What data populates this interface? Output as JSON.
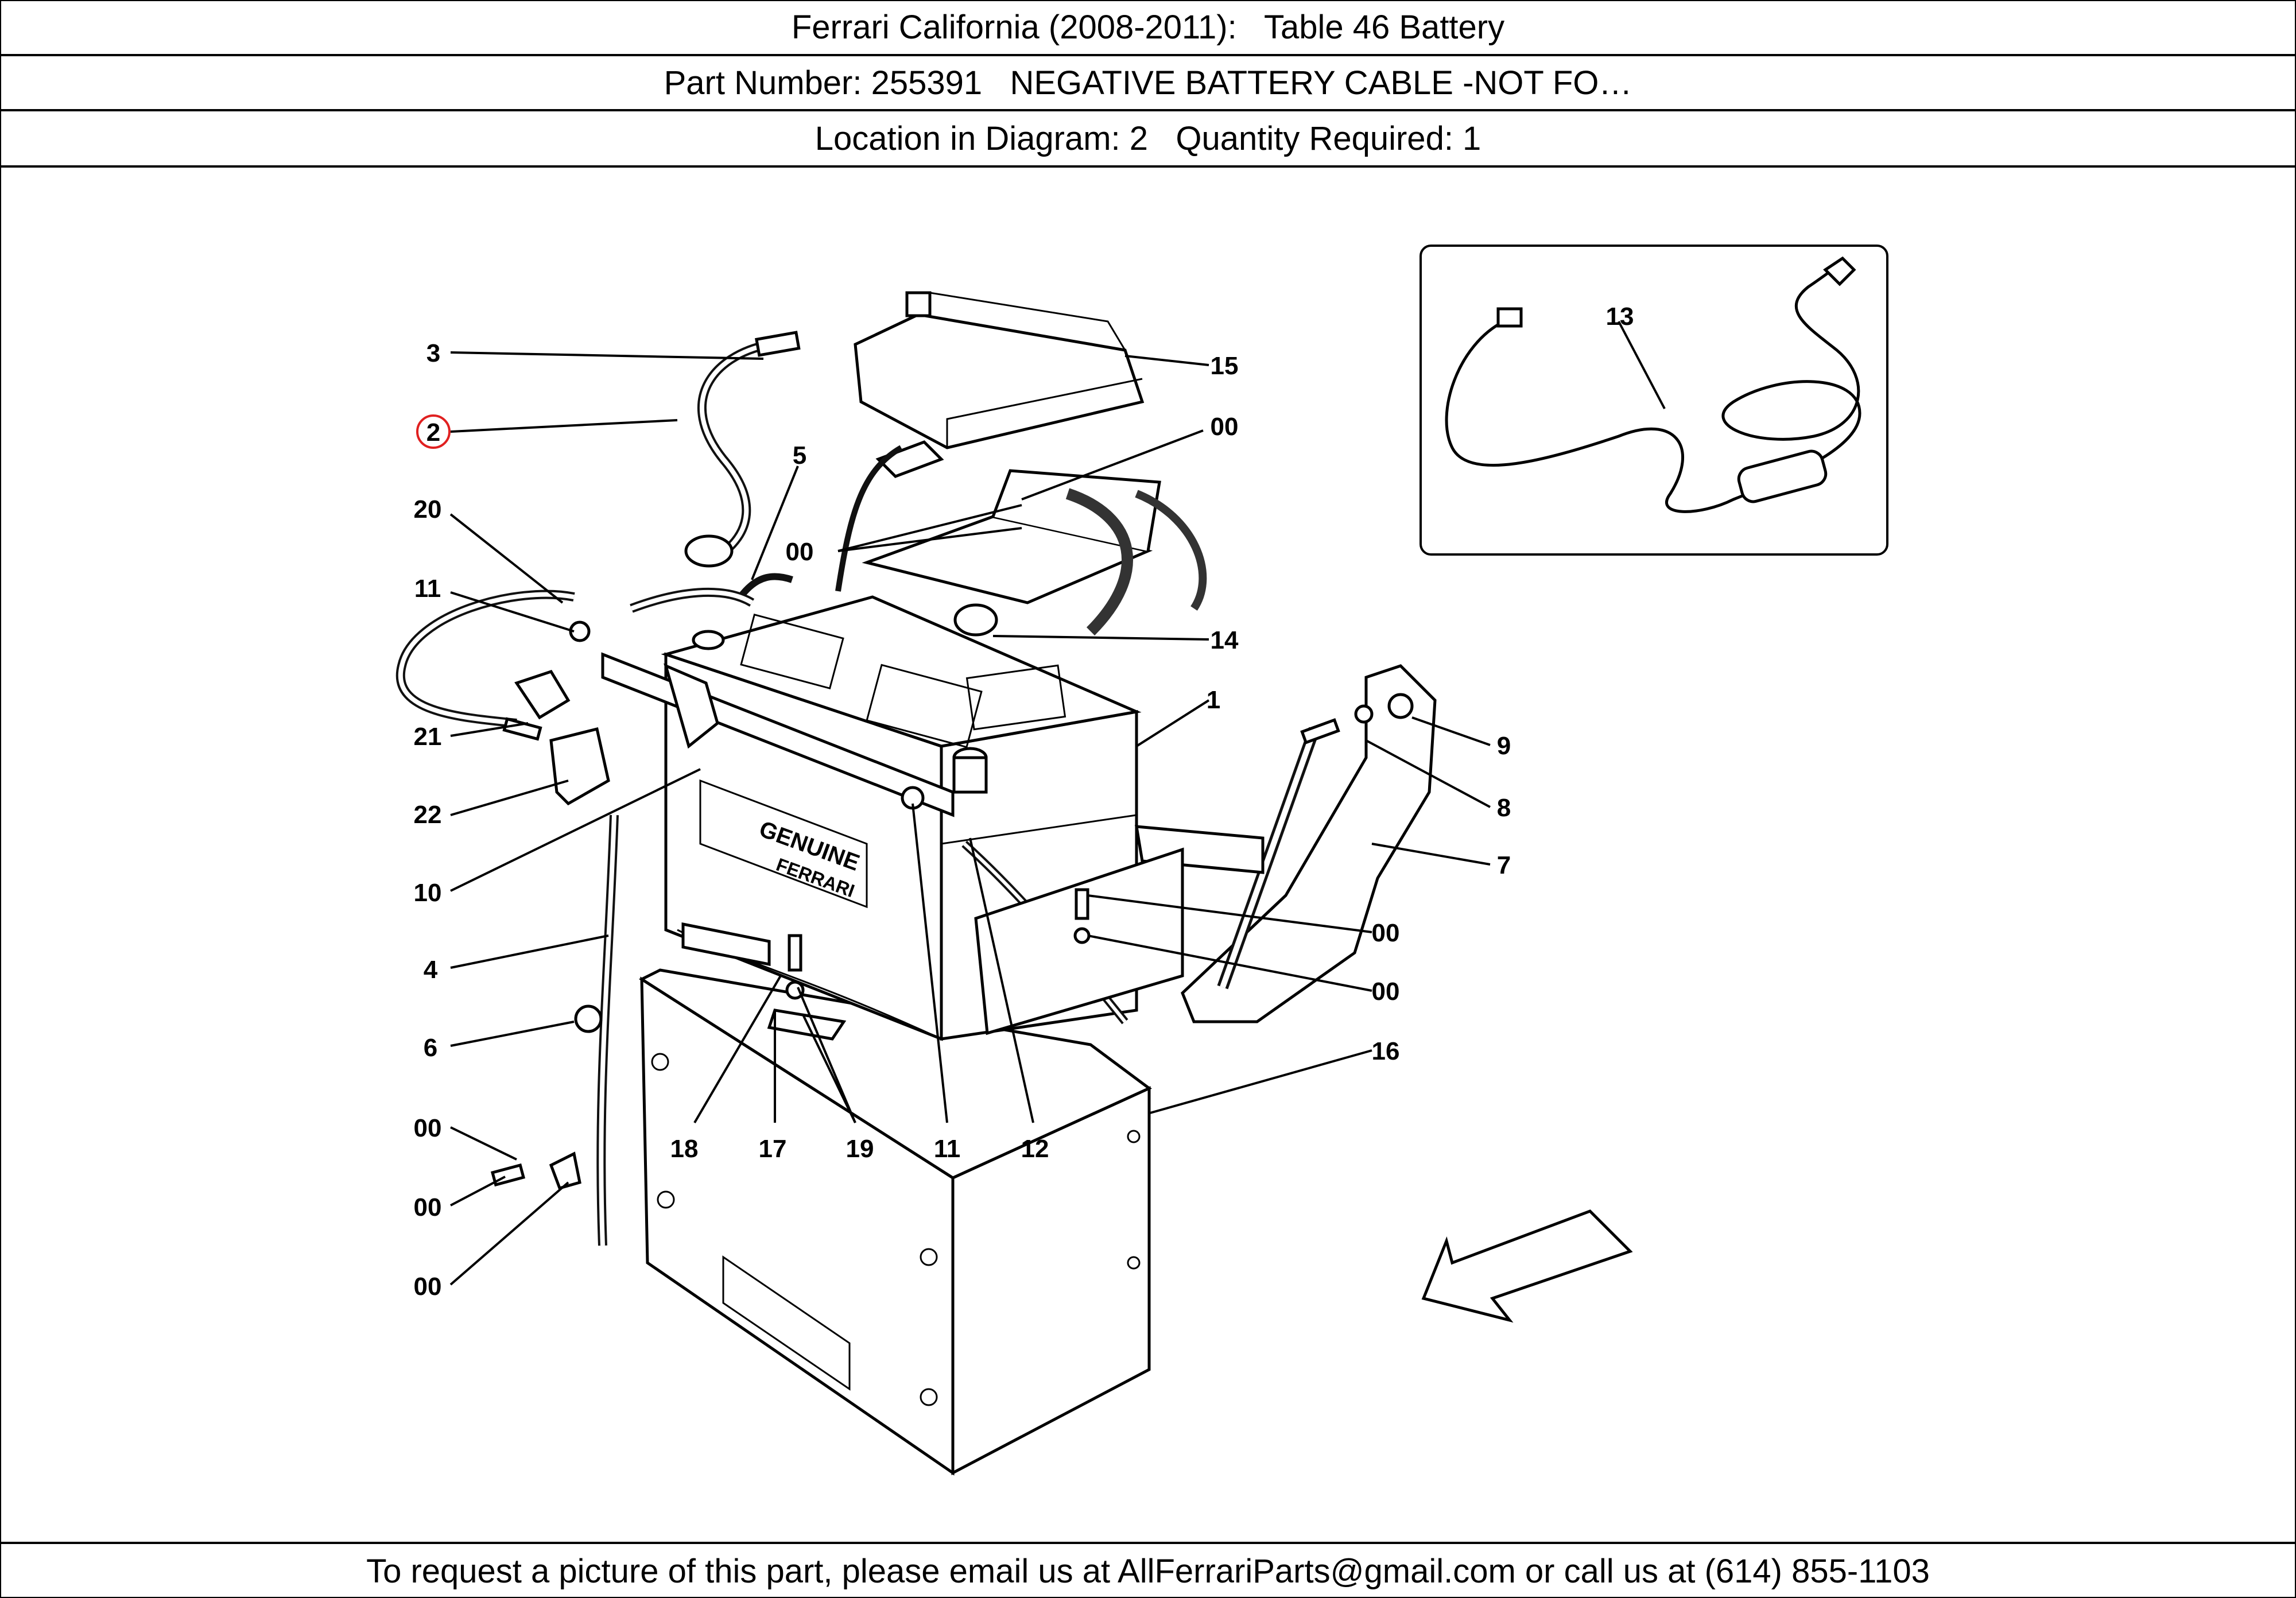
{
  "header": {
    "title": "Ferrari California (2008-2011):   Table 46 Battery",
    "part_number": "Part Number: 255391   NEGATIVE BATTERY CABLE -NOT FO…",
    "location": "Location in Diagram: 2   Quantity Required: 1"
  },
  "diagram": {
    "battery_brand": "GENUINE",
    "battery_sub": "FERRARI",
    "highlighted_callout": "2",
    "callouts": {
      "c3": "3",
      "c2": "2",
      "c20": "20",
      "c11a": "11",
      "c21": "21",
      "c22": "22",
      "c10": "10",
      "c4": "4",
      "c6": "6",
      "c00a": "00",
      "c00b": "00",
      "c00c": "00",
      "c5": "5",
      "c00d": "00",
      "c15": "15",
      "c00e": "00",
      "c14": "14",
      "c1": "1",
      "c9": "9",
      "c8": "8",
      "c7": "7",
      "c00f": "00",
      "c00g": "00",
      "c16": "16",
      "c18": "18",
      "c17": "17",
      "c19": "19",
      "c11b": "11",
      "c12": "12",
      "c13": "13"
    },
    "highlight_color": "#e02020"
  },
  "footer": {
    "text": "To request a picture of this part, please email us at AllFerrariParts@gmail.com or call us at (614) 855-1103"
  }
}
